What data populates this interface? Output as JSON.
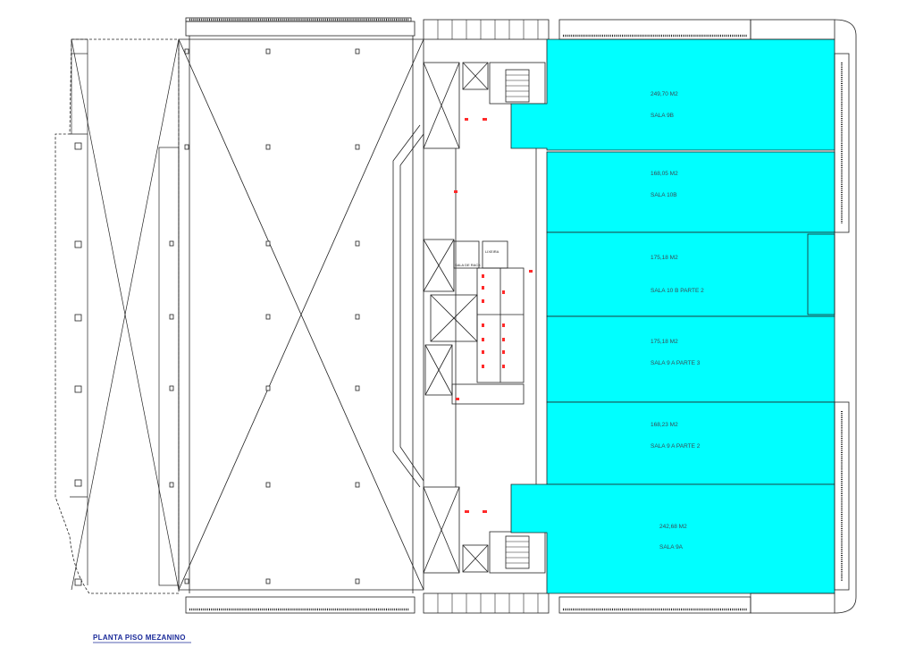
{
  "drawing": {
    "title": "PLANTA PISO MEZANINO",
    "room_fill_color": "#00ffff",
    "line_color": "#222222",
    "marker_color": "#ff2a2a"
  },
  "rooms": [
    {
      "id": "sala-9b",
      "area": "249,70 M2",
      "name": "SALA 9B"
    },
    {
      "id": "sala-10b",
      "area": "168,05 M2",
      "name": "SALA 10B"
    },
    {
      "id": "sala-10b-parte-2",
      "area": "175,18 M2",
      "name": "SALA 10 B PARTE 2"
    },
    {
      "id": "sala-9a-parte-3",
      "area": "175,18 M2",
      "name": "SALA 9 A PARTE 3"
    },
    {
      "id": "sala-9a-parte-2",
      "area": "168,23 M2",
      "name": "SALA 9 A PARTE 2"
    },
    {
      "id": "sala-9a",
      "area": "242,68 M2",
      "name": "SALA 9A"
    }
  ],
  "core_labels": {
    "rack_room": "SALA DE RACK",
    "cleaning": "LIXEIRA"
  }
}
